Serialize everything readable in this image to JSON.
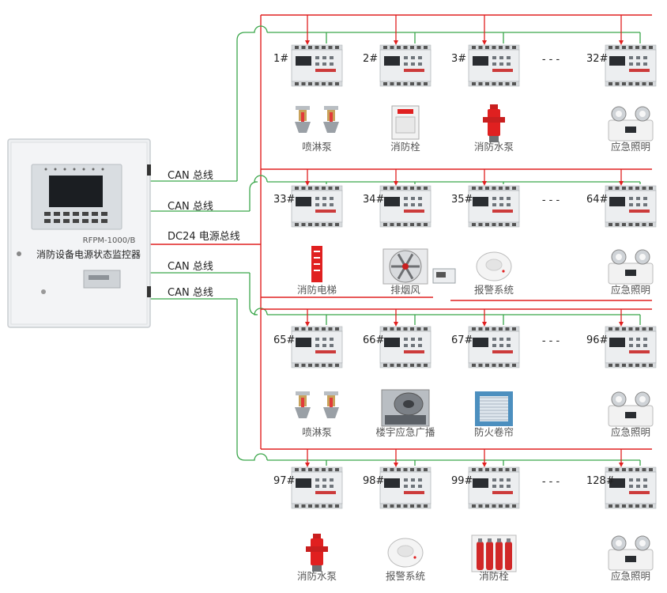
{
  "controller": {
    "model": "RFPM-1000/B",
    "name": "消防设备电源状态监控器"
  },
  "buses": [
    {
      "label": "CAN 总线",
      "color": "#3aa64a"
    },
    {
      "label": "CAN 总线",
      "color": "#3aa64a"
    },
    {
      "label": "DC24 电源总线",
      "color": "#e02020"
    },
    {
      "label": "CAN 总线",
      "color": "#3aa64a"
    },
    {
      "label": "CAN 总线",
      "color": "#3aa64a"
    }
  ],
  "rows": [
    {
      "ids": [
        "1#",
        "2#",
        "3#",
        "32#"
      ],
      "devices": [
        "喷淋泵",
        "消防栓",
        "消防水泵",
        "应急照明"
      ],
      "icons": [
        "sprinkler-icon",
        "hydrant-cabinet-icon",
        "hydrant-icon",
        "emergency-light-icon"
      ]
    },
    {
      "ids": [
        "33#",
        "34#",
        "35#",
        "64#"
      ],
      "devices": [
        "消防电梯",
        "排烟风",
        "报警系统",
        "应急照明"
      ],
      "icons": [
        "fire-elevator-sign-icon",
        "exhaust-fan-icon",
        "smoke-detector-icon",
        "emergency-light-icon"
      ]
    },
    {
      "ids": [
        "65#",
        "66#",
        "67#",
        "96#"
      ],
      "devices": [
        "喷淋泵",
        "楼宇应急广播",
        "防火卷帘",
        "应急照明"
      ],
      "icons": [
        "sprinkler-icon",
        "broadcast-horn-icon",
        "fire-shutter-icon",
        "emergency-light-icon"
      ]
    },
    {
      "ids": [
        "97#",
        "98#",
        "99#",
        "128#"
      ],
      "devices": [
        "消防水泵",
        "报警系统",
        "消防栓",
        "应急照明"
      ],
      "icons": [
        "hydrant-icon",
        "smoke-detector-icon",
        "gas-cylinder-icon",
        "emergency-light-icon"
      ]
    }
  ],
  "colors": {
    "red": "#e02020",
    "green": "#3aa64a"
  },
  "ellipsis": "- - -"
}
